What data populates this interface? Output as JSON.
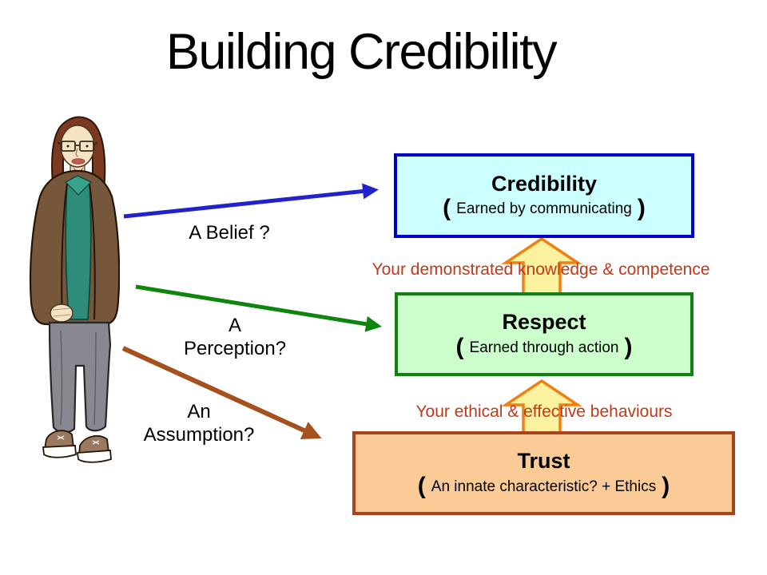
{
  "slide": {
    "title": "Building Credibility",
    "background_color": "#FFFFFF"
  },
  "question_labels": {
    "belief": "A Belief ?",
    "perception": [
      "A",
      "Perception?"
    ],
    "assumption": [
      "An",
      "Assumption?"
    ]
  },
  "boxes": [
    {
      "title": "Credibility",
      "subtitle": "Earned by communicating",
      "fill_color": "#CCFFFF",
      "border_color": "#0000CC"
    },
    {
      "title": "Respect",
      "subtitle": "Earned through action",
      "fill_color": "#CCFFCC",
      "border_color": "#128012"
    },
    {
      "title": "Trust",
      "subtitle": "An innate characteristic? + Ethics",
      "fill_color": "#FACB96",
      "border_color": "#A8441C"
    }
  ],
  "punctuation": {
    "open_paren": "(",
    "close_paren": ")"
  },
  "connector_labels": [
    {
      "text": "Your demonstrated knowledge & competence",
      "color": "#C0391A"
    },
    {
      "text": "Your ethical & effective behaviours",
      "color": "#C0391A"
    }
  ],
  "arrow_colors": {
    "belief_arrow": "#2222CC",
    "perception_arrow": "#0E860E",
    "assumption_arrow": "#A6501E",
    "up_arrow_fill": "#FBF2A0",
    "up_arrow_stroke": "#F08010"
  }
}
